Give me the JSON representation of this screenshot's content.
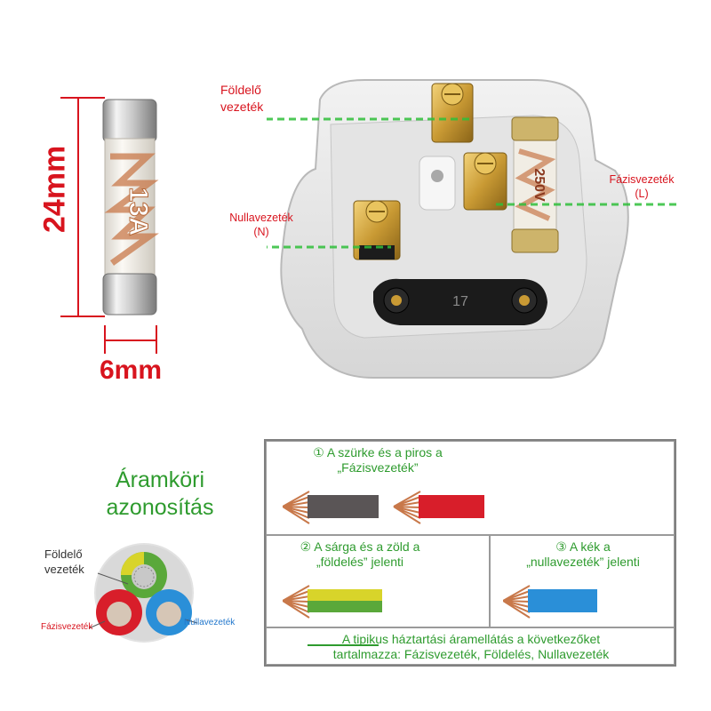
{
  "fuse": {
    "length_label": "24mm",
    "width_label": "6mm",
    "body_text": "13A"
  },
  "plug": {
    "earth_label_line1": "Földelő",
    "earth_label_line2": "vezeték",
    "neutral_label_line1": "Nullavezeték",
    "neutral_label_line2": "(N)",
    "live_label_line1": "Fázisvezeték",
    "live_label_line2": "(L)",
    "clamp_number": "17",
    "fuse_text": "250V"
  },
  "identification": {
    "title_line1": "Áramköri",
    "title_line2": "azonosítás",
    "earth_line1": "Földelő",
    "earth_line2": "vezeték",
    "live": "Fázisvezeték",
    "neutral": "Nullavezeték"
  },
  "table": {
    "row1_line1": "① A szürke és a piros a",
    "row1_line2": "„Fázisvezeték”",
    "row2a_line1": "② A sárga és a zöld a",
    "row2a_line2": "„földelés” jelenti",
    "row2b_line1": "③ A kék a",
    "row2b_line2": "„nullavezeték” jelenti",
    "row3_line1": "A tipikus háztartási áramellátás a következőket",
    "row3_line2": "tartalmazza: Fázisvezeték, Földelés, Nullavezeték"
  },
  "colors": {
    "dimension_red": "#d8141e",
    "label_green": "#2e9b2e",
    "neutral_blue": "#2277cc",
    "wire_grey": "#5a5556",
    "wire_red": "#d81e2a",
    "wire_yellow": "#d8d42a",
    "wire_green": "#5aa83a",
    "wire_blue": "#2a8fd8",
    "copper": "#c8784a"
  }
}
